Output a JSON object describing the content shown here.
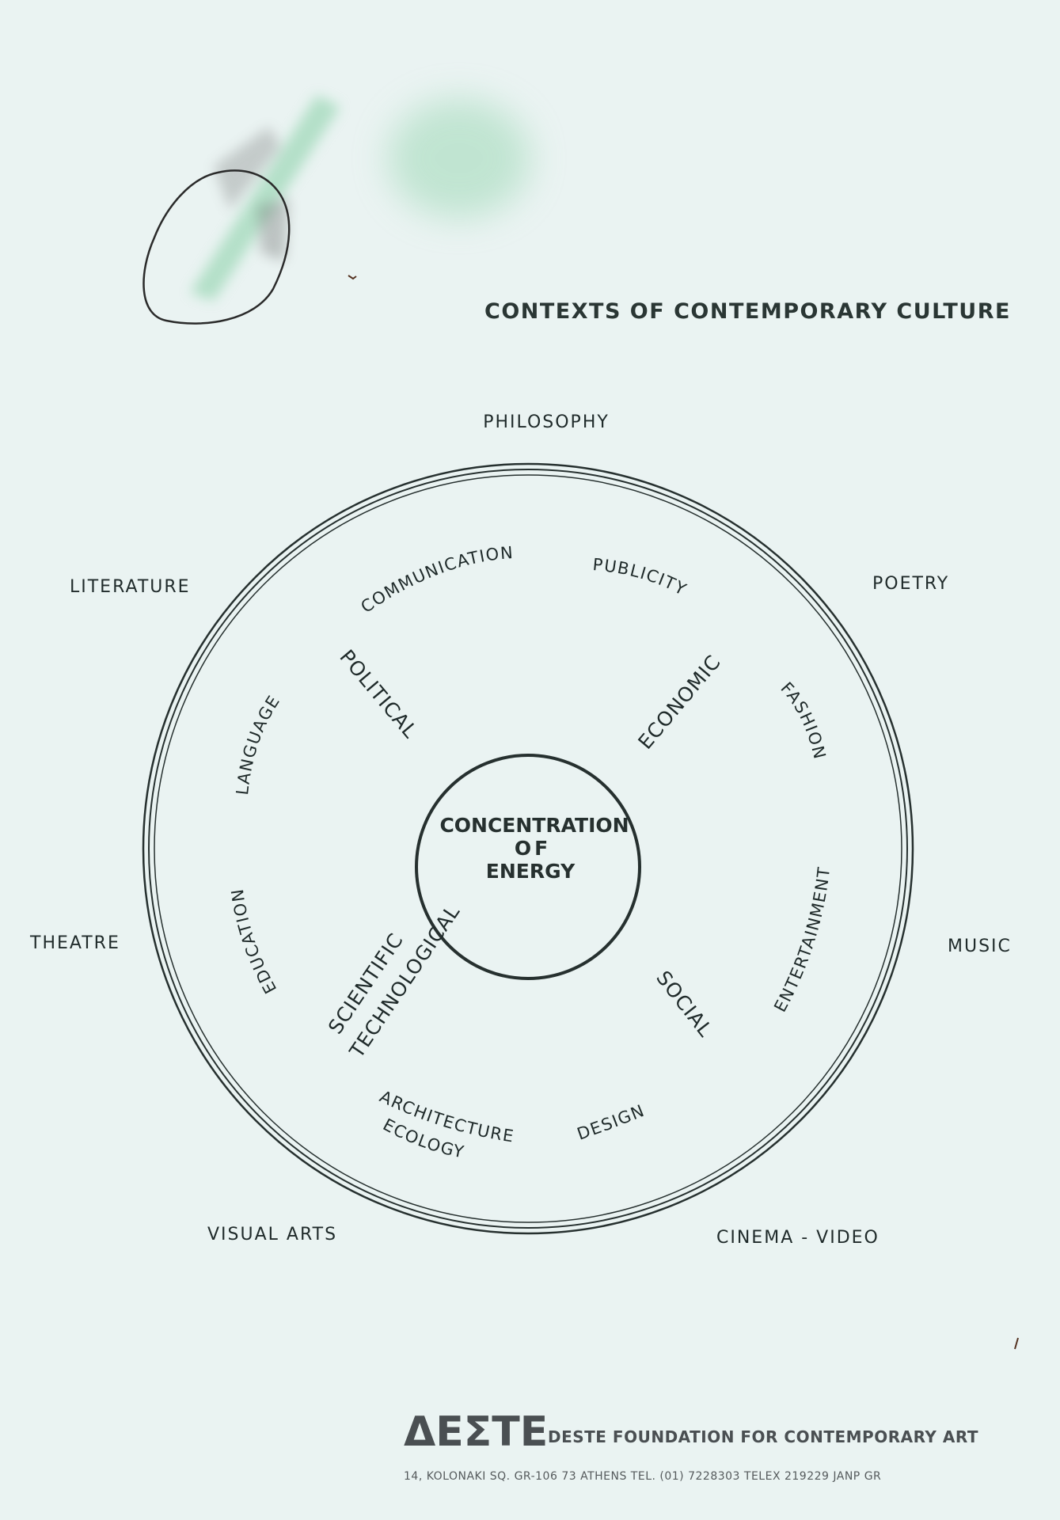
{
  "title": "CONTEXTS OF CONTEMPORARY CULTURE",
  "center": {
    "line1": "CONCENTRATION",
    "line2": "OF",
    "line3": "ENERGY"
  },
  "outer_labels": {
    "top": "PHILOSOPHY",
    "top_left": "LITERATURE",
    "top_right": "POETRY",
    "left": "THEATRE",
    "right": "MUSIC",
    "bottom_left": "VISUAL ARTS",
    "bottom_right": "CINEMA - VIDEO"
  },
  "major_sectors": {
    "political": "POLITICAL",
    "economic": "ECONOMIC",
    "scientific": "SCIENTIFIC",
    "technological": "TECHNOLOGICAL",
    "social": "SOCIAL"
  },
  "inner_labels": {
    "communication": "COMMUNICATION",
    "publicity": "PUBLICITY",
    "fashion": "FASHION",
    "language": "LANGUAGE",
    "education": "EDUCATION",
    "entertainment": "ENTERTAINMENT",
    "architecture": "ARCHITECTURE",
    "ecology": "ECOLOGY",
    "design": "DESIGN"
  },
  "footer": {
    "logo": "ΔΕΣΤΕ",
    "foundation": "DESTE FOUNDATION FOR CONTEMPORARY ART",
    "address": "14, KOLONAKI SQ. GR-106 73 ATHENS  TEL. (01) 7228303  TELEX 219229 JANP GR"
  },
  "colors": {
    "background": "#eaf3f2",
    "ink": "#1f2a2a",
    "green_smudge": "#8fd3ac"
  }
}
